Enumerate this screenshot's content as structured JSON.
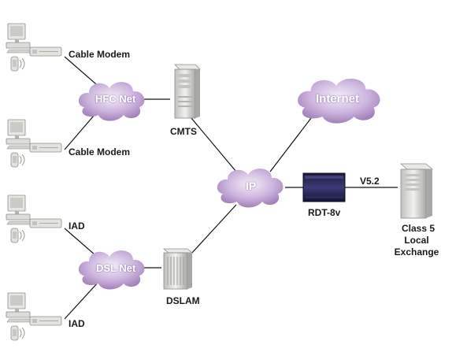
{
  "nodes": {
    "hfc_net": "HFC Net",
    "dsl_net": "DSL Net",
    "internet": "Internet",
    "ip": "IP",
    "cmts": "CMTS",
    "dslam": "DSLAM",
    "rdt": "RDT-8v",
    "cable_modem_1": "Cable Modem",
    "cable_modem_2": "Cable Modem",
    "iad_1": "IAD",
    "iad_2": "IAD",
    "exchange_line1": "Class 5",
    "exchange_line2": "Local",
    "exchange_line3": "Exchange"
  },
  "links": {
    "v52": "V5.2"
  },
  "colors": {
    "cloud": "#c3a6d6",
    "cloud_highlight": "#efe6f6",
    "line": "#111111",
    "device": "#d9dad6"
  },
  "icons": {
    "subscriber": "pc-and-phone-icon",
    "server": "tower-server-icon",
    "rdt": "rdt-device-icon"
  }
}
